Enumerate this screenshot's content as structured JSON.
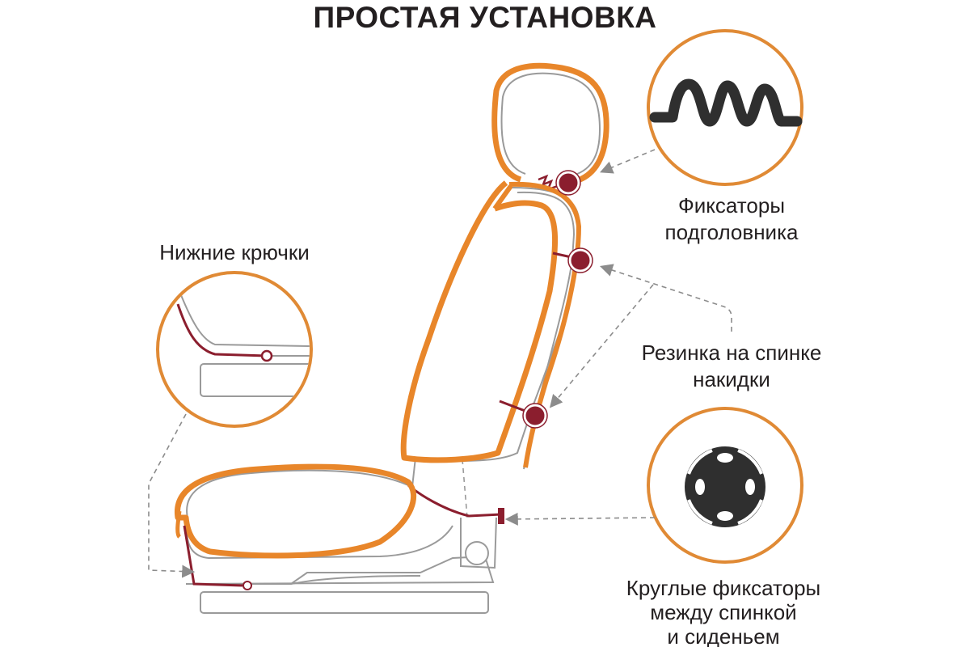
{
  "title": "ПРОСТАЯ УСТАНОВКА",
  "labels": {
    "bottom_hooks": "Нижние крючки",
    "headrest_clips": [
      "Фиксаторы",
      "подголовника"
    ],
    "back_elastic": [
      "Резинка на спинке",
      "накидки"
    ],
    "round_clips": [
      "Круглые фиксаторы",
      "между спинкой",
      "и сиденьем"
    ]
  },
  "icons": {
    "headrest_detail": "wavy-spring-clip-icon",
    "round_clip_detail": "round-fastener-icon",
    "hook_detail": "hook-closeup-icon",
    "seat": "car-seat-cover-icon"
  },
  "colors": {
    "cover_orange": "#e8862a",
    "callout_ring": "#e08a35",
    "strap_red": "#8b1e2e",
    "seat_grey": "#9a9a9a",
    "dark_part": "#2f2f2f",
    "text": "#231f20"
  }
}
